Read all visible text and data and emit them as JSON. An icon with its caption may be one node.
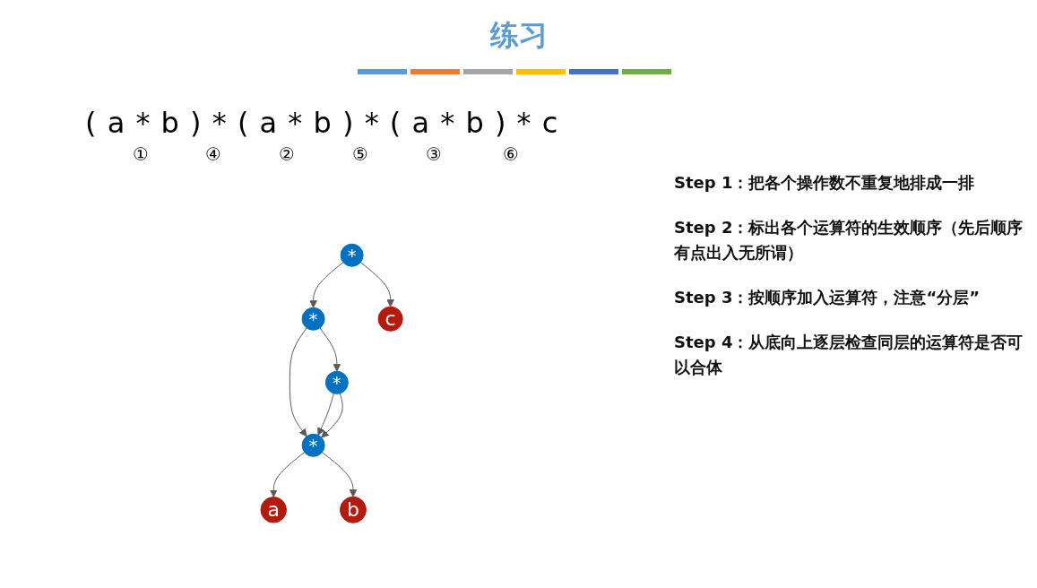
{
  "diagram": {
    "title": "练习",
    "nodes": [
      {
        "text": [
          "*"
        ]
      },
      {
        "text": [
          "*"
        ]
      },
      {
        "text": [
          "*"
        ]
      },
      {
        "text": [
          "*"
        ]
      },
      {
        "text": [
          "a"
        ]
      },
      {
        "text": [
          "b"
        ]
      },
      {
        "text": [
          "c"
        ]
      }
    ],
    "edges": [
      {
        "from": 0,
        "to": 1,
        "arrow": "to"
      },
      {
        "from": 0,
        "to": 6,
        "arrow": "to"
      },
      {
        "from": 1,
        "to": 2,
        "arrow": "to"
      },
      {
        "from": 1,
        "to": 3,
        "arrow": "to"
      },
      {
        "from": 2,
        "to": 3,
        "arrow": "to"
      },
      {
        "from": 2,
        "to": 3,
        "arrow": "to"
      },
      {
        "from": 3,
        "to": 4,
        "arrow": "to"
      },
      {
        "from": 3,
        "to": 5,
        "arrow": "to"
      }
    ],
    "labels": [
      "( a * b ) * ( a * b ) * ( a * b ) * c",
      "①",
      "④",
      "②",
      "⑤",
      "③",
      "⑥",
      "Step 1：把各个操作数不重复地排成一排",
      "Step 2：标出各个运算符的生效顺序（先后顺序有点出入无所谓）",
      "Step 3：按顺序加入运算符，注意“分层”",
      "Step 4：从底向上逐层检查同层的运算符是否可以合体"
    ]
  }
}
